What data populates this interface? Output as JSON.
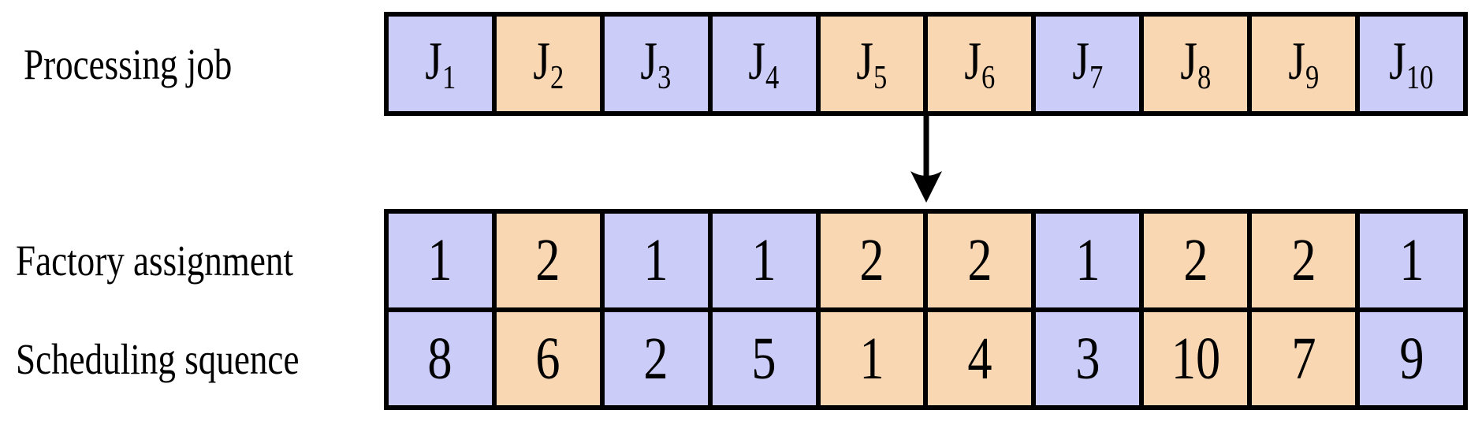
{
  "labels": {
    "processing_job": "Processing job",
    "factory_assignment": "Factory assignment",
    "scheduling_sequence": "Scheduling squence"
  },
  "encoding": {
    "job_prefix": "J",
    "job_subscripts": [
      "1",
      "2",
      "3",
      "4",
      "5",
      "6",
      "7",
      "8",
      "9",
      "10"
    ],
    "factory_assignment": [
      "1",
      "2",
      "1",
      "1",
      "2",
      "2",
      "1",
      "2",
      "2",
      "1"
    ],
    "scheduling_sequence": [
      "8",
      "6",
      "2",
      "5",
      "1",
      "4",
      "3",
      "10",
      "7",
      "9"
    ]
  },
  "icons": {
    "down_arrow": "down-arrow"
  },
  "colors": {
    "factory_1_fill": "#CCCCF9",
    "factory_2_fill": "#FAD7B3",
    "border": "#000000",
    "arrow": "#000000",
    "background": "#FFFFFF"
  }
}
